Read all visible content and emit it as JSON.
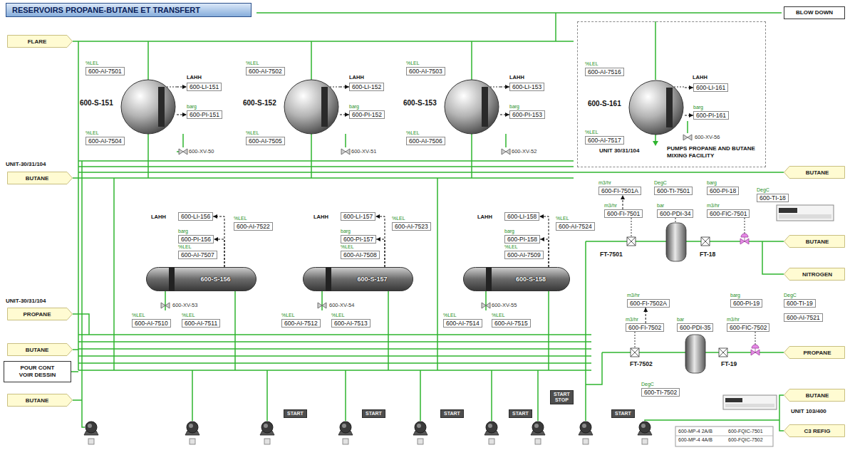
{
  "diagram": {
    "title": "RESERVOIRS PROPANE-BUTANE ET TRANSFERT",
    "nodes": [
      {
        "text": [
          "FLARE"
        ]
      },
      {
        "text": [
          "BUTANE"
        ]
      },
      {
        "text": [
          "PROPANE"
        ]
      },
      {
        "text": [
          "BUTANE"
        ]
      },
      {
        "text": [
          "POUR CONT VOIR DESSIN"
        ]
      },
      {
        "text": [
          "BUTANE"
        ]
      },
      {
        "text": [
          "BLOW DOWN"
        ]
      },
      {
        "text": [
          "BUTANE"
        ]
      },
      {
        "text": [
          "BUTANE"
        ]
      },
      {
        "text": [
          "NITROGEN"
        ]
      },
      {
        "text": [
          "PROPANE"
        ]
      },
      {
        "text": [
          "BUTANE"
        ]
      },
      {
        "text": [
          "C3 REFIG"
        ]
      },
      {
        "text": [
          "600-S-151"
        ]
      },
      {
        "text": [
          "600-S-152"
        ]
      },
      {
        "text": [
          "600-S-153"
        ]
      },
      {
        "text": [
          "UNIT 30/31/104",
          "PUMPS PROPANE AND BUTANE MIXING FACILITY"
        ]
      },
      {
        "text": [
          "600-S-161"
        ],
        "in": 16
      },
      {
        "text": [
          "600-S-156"
        ]
      },
      {
        "text": [
          "600-S-157"
        ]
      },
      {
        "text": [
          "600-S-158"
        ]
      },
      {
        "text": [
          "600-AI-7501"
        ]
      },
      {
        "text": [
          "600-LI-151"
        ]
      },
      {
        "text": [
          "600-PI-151"
        ]
      },
      {
        "text": [
          "600-AI-7504"
        ]
      },
      {
        "text": [
          "600-AI-7502"
        ]
      },
      {
        "text": [
          "600-LI-152"
        ]
      },
      {
        "text": [
          "600-PI-152"
        ]
      },
      {
        "text": [
          "600-AI-7505"
        ]
      },
      {
        "text": [
          "600-AI-7503"
        ]
      },
      {
        "text": [
          "600-LI-153"
        ]
      },
      {
        "text": [
          "600-PI-153"
        ]
      },
      {
        "text": [
          "600-AI-7506"
        ]
      },
      {
        "text": [
          "600-AI-7516"
        ],
        "in": 16
      },
      {
        "text": [
          "600-LI-161"
        ],
        "in": 16
      },
      {
        "text": [
          "600-PI-161"
        ],
        "in": 16
      },
      {
        "text": [
          "600-AI-7517"
        ],
        "in": 16
      },
      {
        "text": [
          "600-LI-156"
        ]
      },
      {
        "text": [
          "600-AI-7522"
        ]
      },
      {
        "text": [
          "600-PI-156"
        ]
      },
      {
        "text": [
          "600-AI-7507"
        ]
      },
      {
        "text": [
          "600-AI-7510"
        ]
      },
      {
        "text": [
          "600-AI-7511"
        ]
      },
      {
        "text": [
          "600-LI-157"
        ]
      },
      {
        "text": [
          "600-AI-7523"
        ]
      },
      {
        "text": [
          "600-PI-157"
        ]
      },
      {
        "text": [
          "600-AI-7508"
        ]
      },
      {
        "text": [
          "600-AI-7512"
        ]
      },
      {
        "text": [
          "600-AI-7513"
        ]
      },
      {
        "text": [
          "600-LI-158"
        ]
      },
      {
        "text": [
          "600-AI-7524"
        ]
      },
      {
        "text": [
          "600-PI-158"
        ]
      },
      {
        "text": [
          "600-AI-7509"
        ]
      },
      {
        "text": [
          "600-AI-7514"
        ]
      },
      {
        "text": [
          "600-AI-7515"
        ]
      },
      {
        "text": [
          "600-FI-7501A"
        ]
      },
      {
        "text": [
          "600-TI-7501"
        ]
      },
      {
        "text": [
          "600-PI-18"
        ]
      },
      {
        "text": [
          "600-TI-18"
        ]
      },
      {
        "text": [
          "600-FI-7501"
        ]
      },
      {
        "text": [
          "600-PDI-34"
        ]
      },
      {
        "text": [
          "600-FIC-7501"
        ]
      },
      {
        "text": [
          "600-FI-7502A"
        ]
      },
      {
        "text": [
          "600-PI-19"
        ]
      },
      {
        "text": [
          "600-TI-19"
        ]
      },
      {
        "text": [
          "600-AI-7521"
        ]
      },
      {
        "text": [
          "600-FI-7502"
        ]
      },
      {
        "text": [
          "600-PDI-35"
        ]
      },
      {
        "text": [
          "600-FIC-7502"
        ]
      },
      {
        "text": [
          "600-TI-7502"
        ]
      },
      {
        "text": [
          "START"
        ]
      },
      {
        "text": [
          "START"
        ]
      },
      {
        "text": [
          "START"
        ]
      },
      {
        "text": [
          "START"
        ]
      },
      {
        "text": [
          "START",
          "STOP"
        ]
      },
      {
        "text": [
          "START"
        ]
      }
    ],
    "edges": [
      {
        "from": 13,
        "to": 22,
        "arrow": "to"
      },
      {
        "from": 13,
        "to": 23,
        "arrow": "to"
      },
      {
        "from": 14,
        "to": 26,
        "arrow": "to"
      },
      {
        "from": 14,
        "to": 27,
        "arrow": "to"
      },
      {
        "from": 15,
        "to": 30,
        "arrow": "to"
      },
      {
        "from": 15,
        "to": 31,
        "arrow": "to"
      },
      {
        "from": 17,
        "to": 34,
        "arrow": "to"
      },
      {
        "from": 17,
        "to": 35,
        "arrow": "to"
      },
      {
        "from": 18,
        "to": 37,
        "arrow": "to"
      },
      {
        "from": 18,
        "to": 39,
        "arrow": "to"
      },
      {
        "from": 19,
        "to": 43,
        "arrow": "to"
      },
      {
        "from": 19,
        "to": 45,
        "arrow": "to"
      },
      {
        "from": 20,
        "to": 49,
        "arrow": "to"
      },
      {
        "from": 20,
        "to": 51,
        "arrow": "to"
      },
      {
        "from": 59,
        "to": 55,
        "arrow": "to"
      },
      {
        "from": 66,
        "to": 62,
        "arrow": "to"
      }
    ],
    "labels": [
      "UNIT-30/31/104",
      "UNIT-30/31/104",
      "LAHH",
      "LAHH",
      "LAHH",
      "LAHH",
      "600-XV-50",
      "600-XV-51",
      "600-XV-52",
      "600-XV-56",
      "LAHH",
      "LAHH",
      "LAHH",
      "600-XV-53",
      "600-XV-54",
      "600-XV-55",
      "FT-7501",
      "FT-18",
      "FT-7502",
      "FT-19",
      "UNIT 103/400",
      "600-MP-4 2A/B",
      "600-FQIC-7501",
      "600-MP-4 4A/B",
      "600-FQIC-7502",
      "%LEL",
      "barg",
      "%LEL",
      "%LEL",
      "barg",
      "%LEL",
      "%LEL",
      "barg",
      "%LEL",
      "%LEL",
      "barg",
      "%LEL",
      "%LEL",
      "barg",
      "%LEL",
      "%LEL",
      "%LEL",
      "%LEL",
      "barg",
      "%LEL",
      "%LEL",
      "%LEL",
      "%LEL",
      "barg",
      "%LEL",
      "%LEL",
      "%LEL",
      "m3/hr",
      "DegC",
      "barg",
      "DegC",
      "m3/hr",
      "bar",
      "m3/hr",
      "m3/hr",
      "barg",
      "DegC",
      "m3/hr",
      "bar",
      "m3/hr",
      "DegC"
    ]
  }
}
